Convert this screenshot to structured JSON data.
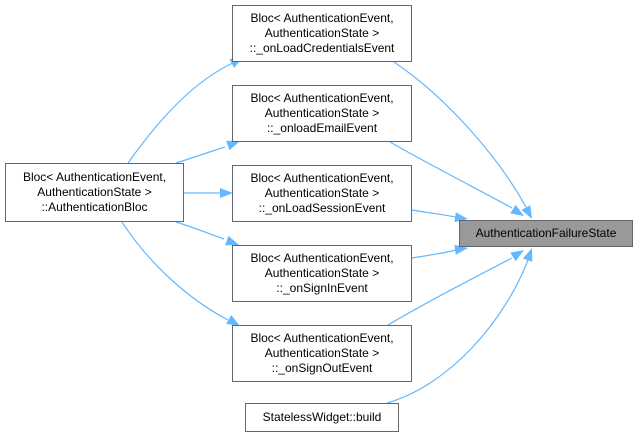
{
  "diagram": {
    "type": "caller-graph",
    "edge_color": "#63b8ff",
    "target": {
      "id": "target",
      "label": "AuthenticationFailureState",
      "fill": "#999999"
    },
    "nodes": [
      {
        "id": "root",
        "lines": [
          "Bloc< AuthenticationEvent,",
          "AuthenticationState >",
          "::AuthenticationBloc"
        ]
      },
      {
        "id": "n1",
        "lines": [
          "Bloc< AuthenticationEvent,",
          "AuthenticationState >",
          "::_onLoadCredentialsEvent"
        ]
      },
      {
        "id": "n2",
        "lines": [
          "Bloc< AuthenticationEvent,",
          "AuthenticationState >",
          "::_onloadEmailEvent"
        ]
      },
      {
        "id": "n3",
        "lines": [
          "Bloc< AuthenticationEvent,",
          "AuthenticationState >",
          "::_onLoadSessionEvent"
        ]
      },
      {
        "id": "n4",
        "lines": [
          "Bloc< AuthenticationEvent,",
          "AuthenticationState >",
          "::_onSignInEvent"
        ]
      },
      {
        "id": "n5",
        "lines": [
          "Bloc< AuthenticationEvent,",
          "AuthenticationState >",
          "::_onSignOutEvent"
        ]
      },
      {
        "id": "n6",
        "lines": [
          "StatelessWidget::build"
        ]
      }
    ],
    "edges": [
      {
        "from": "root",
        "to": "n1"
      },
      {
        "from": "root",
        "to": "n2"
      },
      {
        "from": "root",
        "to": "n3"
      },
      {
        "from": "root",
        "to": "n4"
      },
      {
        "from": "root",
        "to": "n5"
      },
      {
        "from": "n1",
        "to": "target"
      },
      {
        "from": "n2",
        "to": "target"
      },
      {
        "from": "n3",
        "to": "target"
      },
      {
        "from": "n4",
        "to": "target"
      },
      {
        "from": "n5",
        "to": "target"
      },
      {
        "from": "n6",
        "to": "target"
      }
    ]
  }
}
